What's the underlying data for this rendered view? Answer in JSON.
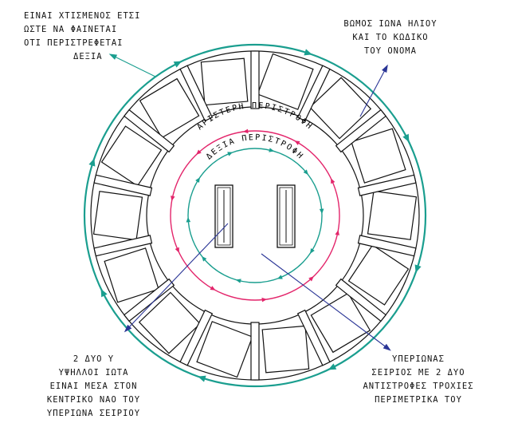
{
  "notes": {
    "top_left": [
      "ΕΙΝΑΙ ΧΤΙΣΜΕΝΟΣ ΕΤΣΙ",
      "ΩΣΤΕ ΝΑ ΦΑΙΝΕΤΑΙ",
      "ΟΤΙ ΠΕΡΙΣΤΡΕΦΕΤΑΙ",
      "ΔΕΞΙΑ"
    ],
    "top_right": [
      "ΒΩΜΟΣ ΙΩΝΑ ΗΛΙΟΥ",
      "ΚΑΙ ΤΟ ΚΩΔΙΚΟ",
      "ΤΟΥ ΟΝΟΜΑ"
    ],
    "bottom_left": [
      "2 ΔΥΟ Υ",
      "ΥΨΗΛΛΟΙ ΙΩΤΑ",
      "ΕΙΝΑΙ ΜΕΣΑ ΣΤΟΝ",
      "ΚΕΝΤΡΙΚΟ ΝΑΟ ΤΟΥ",
      "ΥΠΕΡΙΩΝΑ ΣΕΙΡΙΟΥ"
    ],
    "bottom_right": [
      "ΥΠΕΡΙΩΝΑΣ",
      "ΣΕΙΡΙΟΣ ΜΕ 2 ΔΥΟ",
      "ΑΝΤΙΣΤΡΟΦΕΣ ΤΡΟΧΙΕΣ",
      "ΠΕΡΙΜΕΤΡΙΚΑ ΤΟΥ"
    ]
  },
  "arcs": {
    "outer_label": "ΑΡΙΣΤΕΡΗ ΠΕΡΙΣΤΡΟΦΗ",
    "inner_label": "ΔΕΞΙΑ ΠΕΡΙΣΤΡΟΦΗ"
  },
  "colors": {
    "teal": "#1a9e8f",
    "magenta": "#e3256b",
    "navy": "#2a3596",
    "ink": "#111111"
  }
}
